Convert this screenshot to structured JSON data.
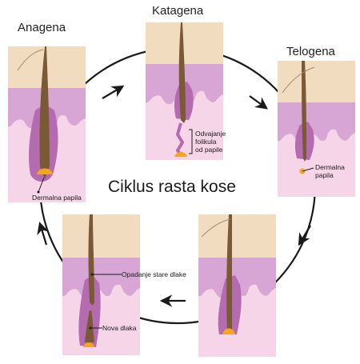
{
  "title": "Ciklus rasta kose",
  "stages": {
    "anagena": "Anagena",
    "katagena": "Katagena",
    "telogena": "Telogena"
  },
  "labels": {
    "anagena_papila": "Dermalna papila",
    "katagena_line1": "Odvajanje",
    "katagena_line2": "folikula",
    "katagena_line3": "od papile",
    "telogena_line1": "Dermalna",
    "telogena_line2": "papila",
    "shedding": "Opadanje stare dlake",
    "new_hair": "Nova dlaka"
  },
  "colors": {
    "epidermis": "#f1dcc0",
    "skin_band": "#d7a6d4",
    "dermis": "#f7d5e8",
    "follicle": "#b46bb0",
    "hair": "#7a5a35",
    "papila": "#f4a623",
    "arrow": "#1a1a1a"
  }
}
